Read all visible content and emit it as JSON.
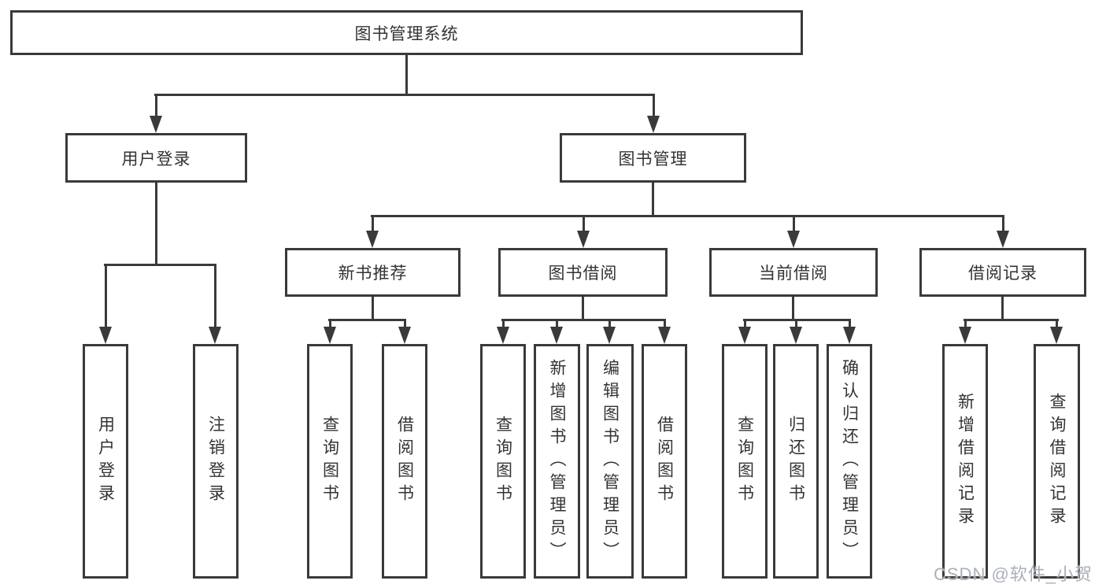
{
  "colors": {
    "line": "#3a3a3a",
    "text": "#333333",
    "bg": "#ffffff",
    "watermark": "#aab0b8"
  },
  "root": {
    "label": "图书管理系统"
  },
  "user_login": {
    "label": "用户登录",
    "children": [
      {
        "label": "用户登录"
      },
      {
        "label": "注销登录"
      }
    ]
  },
  "book_management": {
    "label": "图书管理",
    "sections": [
      {
        "label": "新书推荐",
        "children": [
          {
            "label": "查询图书"
          },
          {
            "label": "借阅图书"
          }
        ]
      },
      {
        "label": "图书借阅",
        "children": [
          {
            "label": "查询图书"
          },
          {
            "label": "新增图书（管理员）"
          },
          {
            "label": "编辑图书（管理员）"
          },
          {
            "label": "借阅图书"
          }
        ]
      },
      {
        "label": "当前借阅",
        "children": [
          {
            "label": "查询图书"
          },
          {
            "label": "归还图书"
          },
          {
            "label": "确认归还（管理员）"
          }
        ]
      },
      {
        "label": "借阅记录",
        "children": [
          {
            "label": "新增借阅记录"
          },
          {
            "label": "查询借阅记录"
          }
        ]
      }
    ]
  },
  "watermark": "CSDN @软件_小贺同学"
}
